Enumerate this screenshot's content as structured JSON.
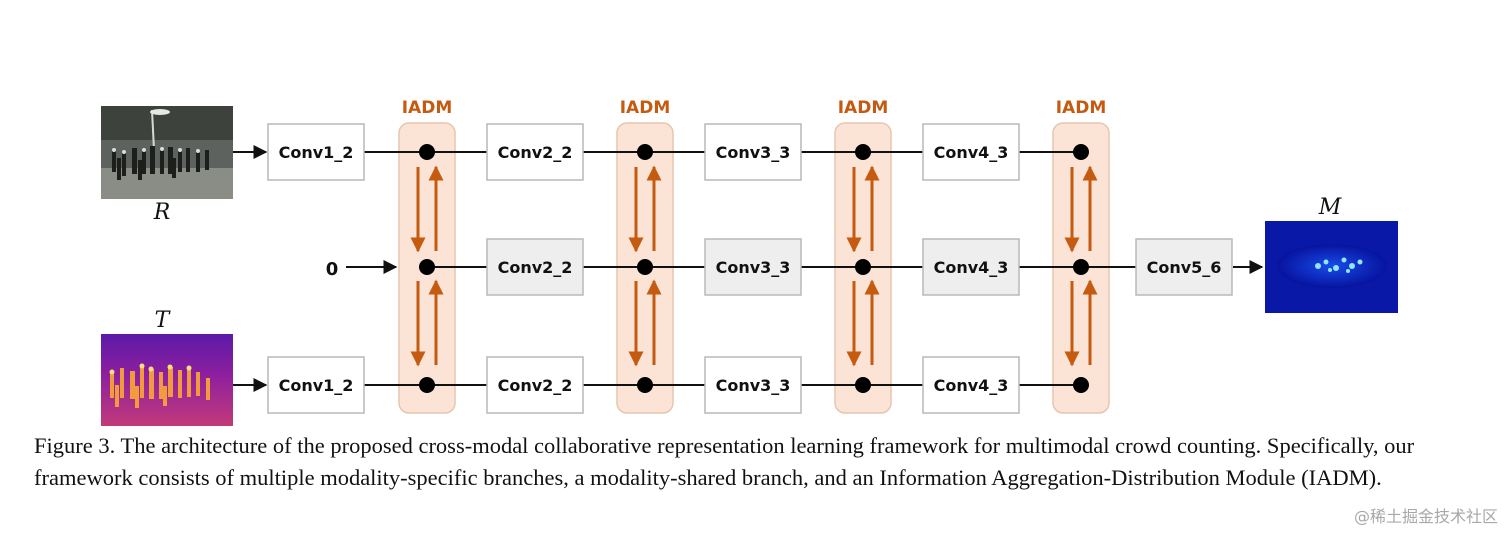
{
  "inputs": {
    "rgb_label": "R",
    "thermal_label": "T",
    "shared_input": "0",
    "output_label": "M"
  },
  "module_label": "IADM",
  "branches": {
    "rgb": [
      "Conv1_2",
      "Conv2_2",
      "Conv3_3",
      "Conv4_3"
    ],
    "shared": [
      "Conv2_2",
      "Conv3_3",
      "Conv4_3",
      "Conv5_6"
    ],
    "thermal": [
      "Conv1_2",
      "Conv2_2",
      "Conv3_3",
      "Conv4_3"
    ]
  },
  "colors": {
    "module_fill": "#fbe3d5",
    "module_stroke": "#e6c6b0",
    "arrow_orange": "#c55a11",
    "shared_box_fill": "#eeeeee",
    "box_stroke": "#b8b8b8"
  },
  "caption": "Figure 3. The architecture of the proposed cross-modal collaborative representation learning framework for multimodal crowd counting. Specifically, our framework consists of multiple modality-specific branches, a modality-shared branch, and an Information Aggregation-Distribution Module (IADM).",
  "watermark": "@稀土掘金技术社区"
}
